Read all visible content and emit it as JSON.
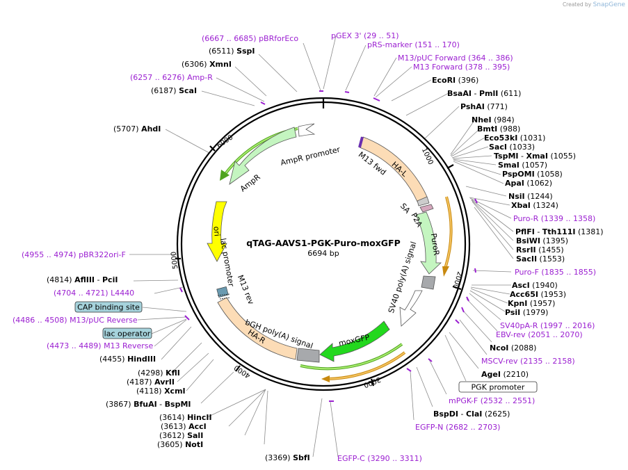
{
  "credit": {
    "prefix": "Created by",
    "brand": "SnapGene"
  },
  "plasmid": {
    "name": "qTAG-AAVS1-PGK-Puro-moxGFP",
    "size": "6694 bp"
  },
  "ticks": [
    "1000",
    "2000",
    "3000",
    "4000",
    "5000",
    "6000"
  ],
  "features": [
    {
      "key": "ha_l",
      "label": "HA-L",
      "color": "#fcdcb6"
    },
    {
      "key": "m13_fwd",
      "label": "M13 fwd",
      "color": "#d9d9d9"
    },
    {
      "key": "sa",
      "label": "SA",
      "color": "#cccccc"
    },
    {
      "key": "p2a",
      "label": "P2A",
      "color": "#d5a7bd"
    },
    {
      "key": "puror",
      "label": "PuroR",
      "color": "#c4f5c0"
    },
    {
      "key": "sv40pa",
      "label": "SV40 poly(A) signal",
      "color": "#ffffff"
    },
    {
      "key": "moxgfp",
      "label": "moxGFP",
      "color": "#23d81e"
    },
    {
      "key": "bgh",
      "label": "bGH poly(A) signal",
      "color": "#a7a9ac"
    },
    {
      "key": "ha_r",
      "label": "HA-R",
      "color": "#fcdcb6"
    },
    {
      "key": "m13_rev",
      "label": "M13 rev",
      "color": "#d9d9d9"
    },
    {
      "key": "lac_promoter",
      "label": "lac promoter",
      "color": "#ffffff"
    },
    {
      "key": "ori",
      "label": "ori",
      "color": "#ffff00"
    },
    {
      "key": "ampr",
      "label": "AmpR",
      "color": "#c4f5c0"
    },
    {
      "key": "ampr_promoter",
      "label": "AmpR promoter",
      "color": "#ffffff"
    }
  ],
  "boxed_labels": [
    {
      "key": "cap",
      "label": "CAP binding site",
      "fill": "#a6d3dc"
    },
    {
      "key": "lac_op",
      "label": "lac operator",
      "fill": "#a6d3dc"
    },
    {
      "key": "pgk",
      "label": "PGK promoter",
      "fill": "#ffffff"
    }
  ],
  "labels": [
    {
      "key": "pBRforEco",
      "type": "primer",
      "pos": "(6667 .. 6685)",
      "name": "pBRforEco"
    },
    {
      "key": "SspI",
      "type": "enzyme",
      "pos": "(6511)",
      "name": "SspI"
    },
    {
      "key": "XmnI",
      "type": "enzyme",
      "pos": "(6306)",
      "name": "XmnI"
    },
    {
      "key": "AmpR_p",
      "type": "primer",
      "pos": "(6257 .. 6276)",
      "name": "Amp-R"
    },
    {
      "key": "ScaI",
      "type": "enzyme",
      "pos": "(6187)",
      "name": "ScaI"
    },
    {
      "key": "AhdI",
      "type": "enzyme",
      "pos": "(5707)",
      "name": "AhdI"
    },
    {
      "key": "pBR322",
      "type": "primer",
      "pos": "(4955 .. 4974)",
      "name": "pBR322ori-F"
    },
    {
      "key": "AflIII",
      "type": "enzyme",
      "pos": "(4814)",
      "name": "AflIII",
      "name2": "PciI"
    },
    {
      "key": "L4440",
      "type": "primer",
      "pos": "(4704 .. 4721)",
      "name": "L4440"
    },
    {
      "key": "M13pUCRev",
      "type": "primer",
      "pos": "(4486 .. 4508)",
      "name": "M13/pUC Reverse"
    },
    {
      "key": "M13Rev",
      "type": "primer",
      "pos": "(4473 .. 4489)",
      "name": "M13 Reverse"
    },
    {
      "key": "HindIII",
      "type": "enzyme",
      "pos": "(4455)",
      "name": "HindIII"
    },
    {
      "key": "KflI",
      "type": "enzyme",
      "pos": "(4298)",
      "name": "KflI"
    },
    {
      "key": "AvrII",
      "type": "enzyme",
      "pos": "(4187)",
      "name": "AvrII"
    },
    {
      "key": "XcmI",
      "type": "enzyme",
      "pos": "(4118)",
      "name": "XcmI"
    },
    {
      "key": "BfuAI",
      "type": "enzyme",
      "pos": "(3867)",
      "name": "BfuAI",
      "name2": "BspMI"
    },
    {
      "key": "HincII",
      "type": "enzyme",
      "pos": "(3614)",
      "name": "HincII"
    },
    {
      "key": "AccI",
      "type": "enzyme",
      "pos": "(3613)",
      "name": "AccI"
    },
    {
      "key": "SalI",
      "type": "enzyme",
      "pos": "(3612)",
      "name": "SalI"
    },
    {
      "key": "NotI",
      "type": "enzyme",
      "pos": "(3605)",
      "name": "NotI"
    },
    {
      "key": "SbfI",
      "type": "enzyme",
      "pos": "(3369)",
      "name": "SbfI"
    },
    {
      "key": "EGFPC",
      "type": "primer",
      "name": "EGFP-C",
      "pos": "(3290 .. 3311)"
    },
    {
      "key": "EGFPN",
      "type": "primer",
      "name": "EGFP-N",
      "pos": "(2682 .. 2703)"
    },
    {
      "key": "BspDI",
      "type": "enzyme",
      "name": "BspDI",
      "name2": "ClaI",
      "pos": "(2625)"
    },
    {
      "key": "mPGKF",
      "type": "primer",
      "name": "mPGK-F",
      "pos": "(2532 .. 2551)"
    },
    {
      "key": "MSCVrev",
      "type": "primer",
      "name": "MSCV-rev",
      "pos": "(2135 .. 2158)"
    },
    {
      "key": "AgeI",
      "type": "enzyme",
      "name": "AgeI",
      "pos": "(2210)"
    },
    {
      "key": "NcoI",
      "type": "enzyme",
      "name": "NcoI",
      "pos": "(2088)"
    },
    {
      "key": "EBVrev",
      "type": "primer",
      "name": "EBV-rev",
      "pos": "(2051 .. 2070)"
    },
    {
      "key": "SV40pAR",
      "type": "primer",
      "name": "SV40pA-R",
      "pos": "(1997 .. 2016)"
    },
    {
      "key": "PsiI",
      "type": "enzyme",
      "name": "PsiI",
      "pos": "(1979)"
    },
    {
      "key": "KpnI",
      "type": "enzyme",
      "name": "KpnI",
      "pos": "(1957)"
    },
    {
      "key": "Acc65I",
      "type": "enzyme",
      "name": "Acc65I",
      "pos": "(1953)"
    },
    {
      "key": "AscI",
      "type": "enzyme",
      "name": "AscI",
      "pos": "(1940)"
    },
    {
      "key": "PuroF",
      "type": "primer",
      "name": "Puro-F",
      "pos": "(1835 .. 1855)"
    },
    {
      "key": "SacII",
      "type": "enzyme",
      "name": "SacII",
      "pos": "(1553)"
    },
    {
      "key": "RsrII",
      "type": "enzyme",
      "name": "RsrII",
      "pos": "(1455)"
    },
    {
      "key": "BsiWI",
      "type": "enzyme",
      "name": "BsiWI",
      "pos": "(1395)"
    },
    {
      "key": "PflFI",
      "type": "enzyme",
      "name": "PflFI",
      "name2": "Tth111I",
      "pos": "(1381)"
    },
    {
      "key": "PuroR",
      "type": "primer",
      "name": "Puro-R",
      "pos": "(1339 .. 1358)"
    },
    {
      "key": "XbaI",
      "type": "enzyme",
      "name": "XbaI",
      "pos": "(1324)"
    },
    {
      "key": "NsiI",
      "type": "enzyme",
      "name": "NsiI",
      "pos": "(1244)"
    },
    {
      "key": "ApaI",
      "type": "enzyme",
      "name": "ApaI",
      "pos": "(1062)"
    },
    {
      "key": "PspOMI",
      "type": "enzyme",
      "name": "PspOMI",
      "pos": "(1058)"
    },
    {
      "key": "SmaI",
      "type": "enzyme",
      "name": "SmaI",
      "pos": "(1057)"
    },
    {
      "key": "TspMI",
      "type": "enzyme",
      "name": "TspMI",
      "name2": "XmaI",
      "pos": "(1055)"
    },
    {
      "key": "SacI",
      "type": "enzyme",
      "name": "SacI",
      "pos": "(1033)"
    },
    {
      "key": "Eco53kI",
      "type": "enzyme",
      "name": "Eco53kI",
      "pos": "(1031)"
    },
    {
      "key": "BmtI",
      "type": "enzyme",
      "name": "BmtI",
      "pos": "(988)"
    },
    {
      "key": "NheI",
      "type": "enzyme",
      "name": "NheI",
      "pos": "(984)"
    },
    {
      "key": "PshAI",
      "type": "enzyme",
      "name": "PshAI",
      "pos": "(771)"
    },
    {
      "key": "BsaAI",
      "type": "enzyme",
      "name": "BsaAI",
      "name2": "PmlI",
      "pos": "(611)"
    },
    {
      "key": "EcoRI",
      "type": "enzyme",
      "name": "EcoRI",
      "pos": "(396)"
    },
    {
      "key": "M13Fwd",
      "type": "primer",
      "name": "M13 Forward",
      "pos": "(378 .. 395)"
    },
    {
      "key": "M13pUCFwd",
      "type": "primer",
      "name": "M13/pUC Forward",
      "pos": "(364 .. 386)"
    },
    {
      "key": "pRS",
      "type": "primer",
      "name": "pRS-marker",
      "pos": "(151 .. 170)"
    },
    {
      "key": "pGEX3",
      "type": "primer",
      "name": "pGEX 3'",
      "pos": "(29 .. 51)"
    }
  ]
}
